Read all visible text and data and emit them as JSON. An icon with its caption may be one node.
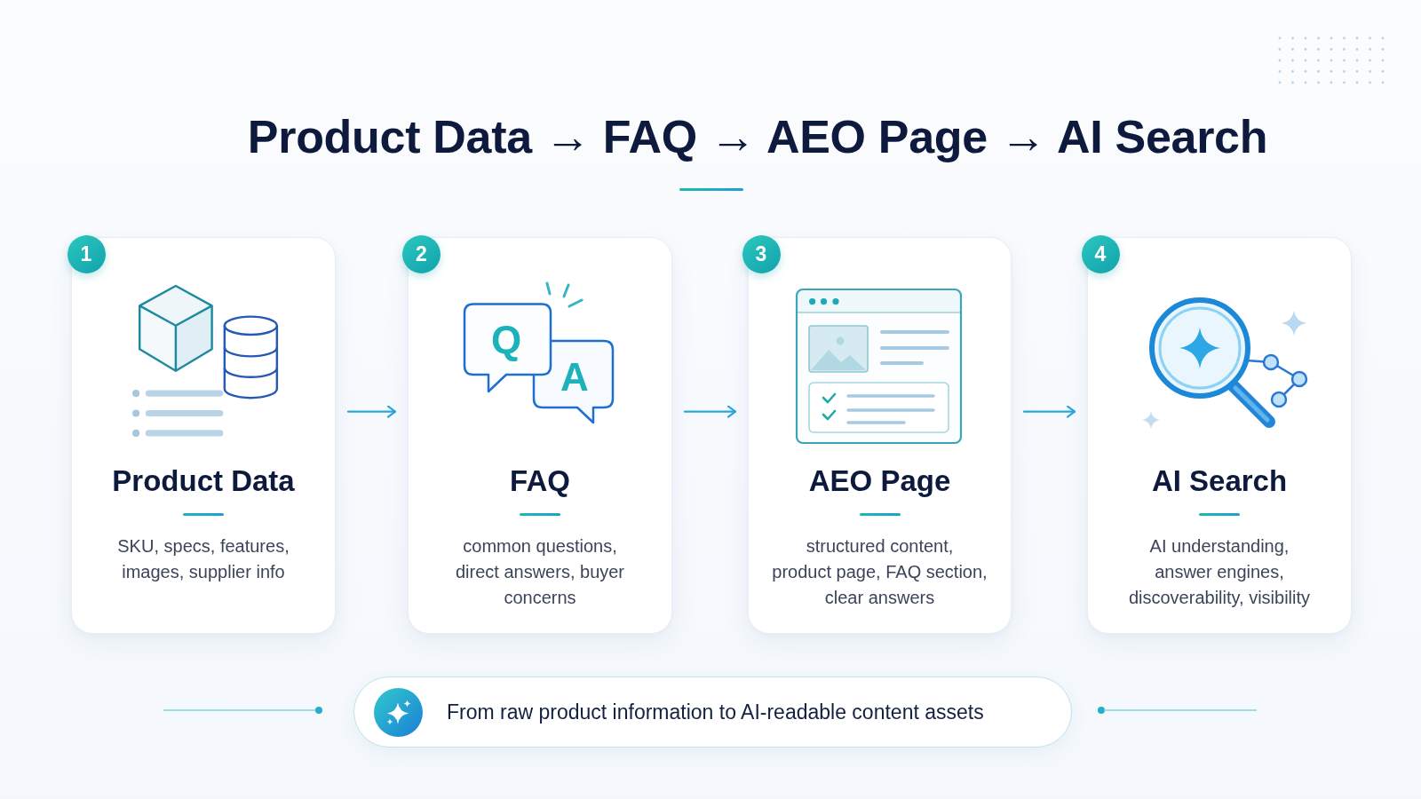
{
  "diagram": {
    "title": "Product Data → FAQ → AEO Page → AI Search",
    "nodes": [
      {
        "text": [
          "1"
        ]
      },
      {
        "text": [
          "Product Data",
          "SKU, specs, features, images, supplier info"
        ]
      },
      {
        "text": [
          "2"
        ]
      },
      {
        "text": [
          "FAQ",
          "common questions, direct answers, buyer concerns"
        ]
      },
      {
        "text": [
          "3"
        ]
      },
      {
        "text": [
          "AEO Page",
          "structured content, product page, FAQ section, clear answers"
        ]
      },
      {
        "text": [
          "4"
        ]
      },
      {
        "text": [
          "AI Search",
          "AI understanding, answer engines, discoverability, visibility"
        ]
      },
      {
        "text": [
          "From raw product information to AI-readable content assets"
        ]
      }
    ],
    "edges": [
      {
        "from": 1,
        "to": 3,
        "arrow": "to"
      },
      {
        "from": 3,
        "to": 5,
        "arrow": "to"
      },
      {
        "from": 5,
        "to": 7,
        "arrow": "to"
      }
    ],
    "labels": [
      "Q",
      "A"
    ]
  }
}
